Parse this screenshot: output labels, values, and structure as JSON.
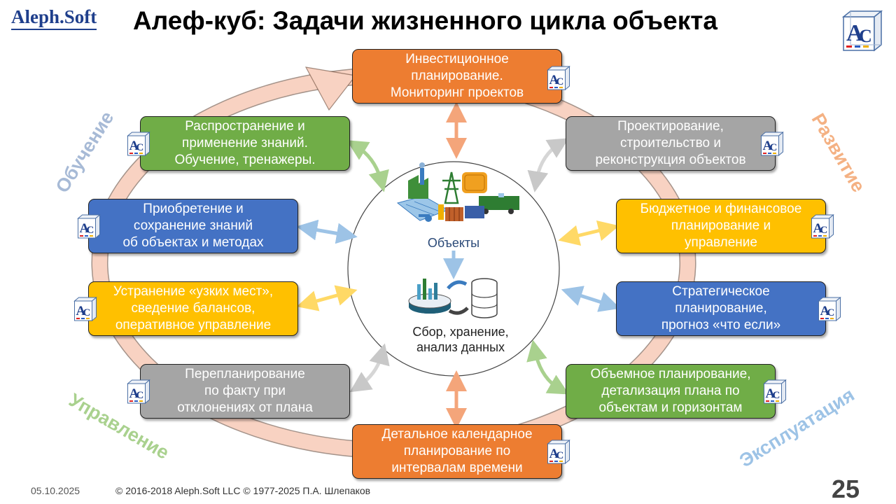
{
  "header": {
    "logo_text": "Aleph.Soft",
    "title": "Алеф-куб: Задачи жизненного цикла объекта"
  },
  "icons": {
    "logo_cube": "alephsoft-cube-logo-icon",
    "box_badge": "ac-cube-badge-icon",
    "objects": "industrial-objects-icon",
    "data": "data-analytics-database-icon"
  },
  "phases": {
    "learning": "Обучение",
    "development": "Развитие",
    "management": "Управление",
    "operation": "Эксплуатация"
  },
  "center": {
    "objects_label": "Объекты",
    "data_label": "Сбор, хранение,\nанализ данных"
  },
  "tasks": [
    {
      "id": "investment",
      "text": "Инвестиционное\nпланирование.\nМониторинг проектов",
      "color": "#ed7d31"
    },
    {
      "id": "design",
      "text": "Проектирование,\nстроительство и\nреконструкция объектов",
      "color": "#a5a5a5"
    },
    {
      "id": "budget",
      "text": "Бюджетное и финансовое\nпланирование и\nуправление",
      "color": "#ffc000"
    },
    {
      "id": "strategic",
      "text": "Стратегическое\nпланирование,\nпрогноз «что если»",
      "color": "#4472c4"
    },
    {
      "id": "volume",
      "text": "Объемное планирование,\nдетализация плана по\nобъектам и горизонтам",
      "color": "#70ad47"
    },
    {
      "id": "calendar",
      "text": "Детальное календарное\nпланирование по\nинтервалам времени",
      "color": "#ed7d31"
    },
    {
      "id": "replanning",
      "text": "Перепланирование\nпо факту при\nотклонениях от плана",
      "color": "#a5a5a5"
    },
    {
      "id": "bottlenecks",
      "text": "Устранение «узких мест»,\nсведение балансов,\nоперативное управление",
      "color": "#ffc000"
    },
    {
      "id": "knowledge_acquire",
      "text": "Приобретение и\nсохранение знаний\nоб объектах и методах",
      "color": "#4472c4"
    },
    {
      "id": "knowledge_spread",
      "text": "Распространение и\nприменение знаний.\nОбучение, тренажеры.",
      "color": "#70ad47"
    }
  ],
  "footer": {
    "date": "05.10.2025",
    "copyright": "© 2016-2018 Aleph.Soft LLC © 1977-2025 П.А. Шлепаков",
    "page": "25"
  }
}
